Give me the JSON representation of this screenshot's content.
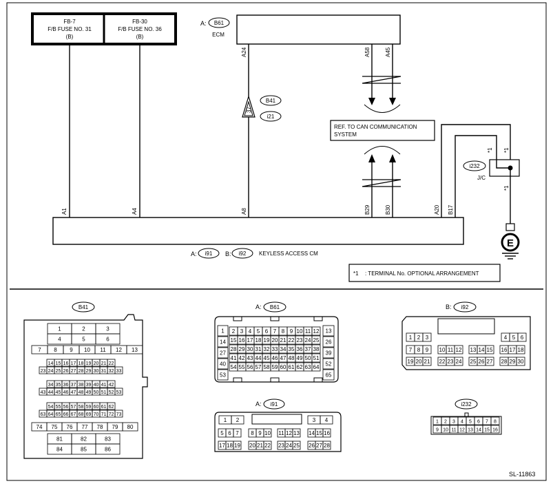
{
  "fuses": [
    {
      "line1": "FB-7",
      "line2": "F/B FUSE NO. 31",
      "line3": "(B)"
    },
    {
      "line1": "FB-30",
      "line2": "F/B FUSE NO. 36",
      "line3": "(B)"
    }
  ],
  "ecm": {
    "prefix": "A:",
    "code": "B61",
    "label": "ECM"
  },
  "ecm_pins": [
    "A24",
    "A58",
    "A45"
  ],
  "joint_connector": {
    "pin": "37",
    "codes": [
      "B41",
      "i21"
    ]
  },
  "can_ref": {
    "line1": "REF. TO CAN COMMUNICATION",
    "line2": "SYSTEM"
  },
  "jc": {
    "code": "i232",
    "label": "J/C",
    "marks": [
      "*1",
      "*1",
      "*1"
    ]
  },
  "ground": {
    "symbol": "E"
  },
  "module_pins": [
    "A1",
    "A4",
    "A8",
    "B29",
    "B30",
    "A20",
    "B17"
  ],
  "module_caption": {
    "a_prefix": "A:",
    "a_code": "i91",
    "b_prefix": "B:",
    "b_code": "i92",
    "name": "KEYLESS ACCESS CM"
  },
  "note": {
    "mark": "*1",
    "text": ": TERMINAL No. OPTIONAL ARRANGEMENT"
  },
  "connectors": {
    "b41": {
      "code": "B41",
      "rows": [
        [
          "1",
          "2",
          "3"
        ],
        [
          "4",
          "5",
          "6"
        ],
        [
          "7",
          "8",
          "9",
          "10",
          "11",
          "12",
          "13"
        ],
        [
          "14",
          "15",
          "16",
          "17",
          "18",
          "19",
          "20",
          "21",
          "22"
        ],
        [
          "23",
          "24",
          "25",
          "26",
          "27",
          "28",
          "29",
          "30",
          "31",
          "32",
          "33"
        ],
        [
          "34",
          "35",
          "36",
          "37",
          "38",
          "39",
          "40",
          "41",
          "42"
        ],
        [
          "43",
          "44",
          "45",
          "46",
          "47",
          "48",
          "49",
          "50",
          "51",
          "52",
          "53"
        ],
        [
          "54",
          "55",
          "56",
          "57",
          "58",
          "59",
          "60",
          "61",
          "62"
        ],
        [
          "63",
          "64",
          "65",
          "66",
          "67",
          "68",
          "69",
          "70",
          "71",
          "72",
          "73"
        ],
        [
          "74",
          "75",
          "76",
          "77",
          "78",
          "79",
          "80"
        ],
        [
          "81",
          "82",
          "83"
        ],
        [
          "84",
          "85",
          "86"
        ]
      ]
    },
    "b61": {
      "prefix": "A:",
      "code": "B61",
      "left": [
        "1",
        "14",
        "27",
        "40",
        "53"
      ],
      "right": [
        "13",
        "26",
        "39",
        "52",
        "65"
      ],
      "rows": [
        [
          "2",
          "3",
          "4",
          "5",
          "6",
          "7",
          "8",
          "9",
          "10",
          "11",
          "12"
        ],
        [
          "15",
          "16",
          "17",
          "18",
          "19",
          "20",
          "21",
          "22",
          "23",
          "24",
          "25"
        ],
        [
          "28",
          "29",
          "30",
          "31",
          "32",
          "33",
          "34",
          "35",
          "36",
          "37",
          "38"
        ],
        [
          "41",
          "42",
          "43",
          "44",
          "45",
          "46",
          "47",
          "48",
          "49",
          "50",
          "51"
        ],
        [
          "54",
          "55",
          "56",
          "57",
          "58",
          "59",
          "60",
          "61",
          "62",
          "63",
          "64"
        ]
      ]
    },
    "i92": {
      "prefix": "B:",
      "code": "i92",
      "rows": [
        [
          "1",
          "2",
          "3",
          "4",
          "5",
          "6"
        ],
        [
          "7",
          "8",
          "9",
          "10",
          "11",
          "12",
          "13",
          "14",
          "15",
          "16",
          "17",
          "18"
        ],
        [
          "19",
          "20",
          "21",
          "22",
          "23",
          "24",
          "25",
          "26",
          "27",
          "28",
          "29",
          "30"
        ]
      ]
    },
    "i91": {
      "prefix": "A:",
      "code": "i91",
      "rows": [
        [
          "1",
          "2",
          "3",
          "4"
        ],
        [
          "5",
          "6",
          "7",
          "8",
          "9",
          "10",
          "11",
          "12",
          "13",
          "14",
          "15",
          "16"
        ],
        [
          "17",
          "18",
          "19",
          "20",
          "21",
          "22",
          "23",
          "24",
          "25",
          "26",
          "27",
          "28"
        ]
      ]
    },
    "i232": {
      "code": "i232",
      "rows": [
        [
          "1",
          "2",
          "3",
          "4",
          "5",
          "6",
          "7",
          "8"
        ],
        [
          "9",
          "10",
          "11",
          "12",
          "13",
          "14",
          "15",
          "16"
        ]
      ]
    }
  },
  "figure_id": "SL-11863"
}
